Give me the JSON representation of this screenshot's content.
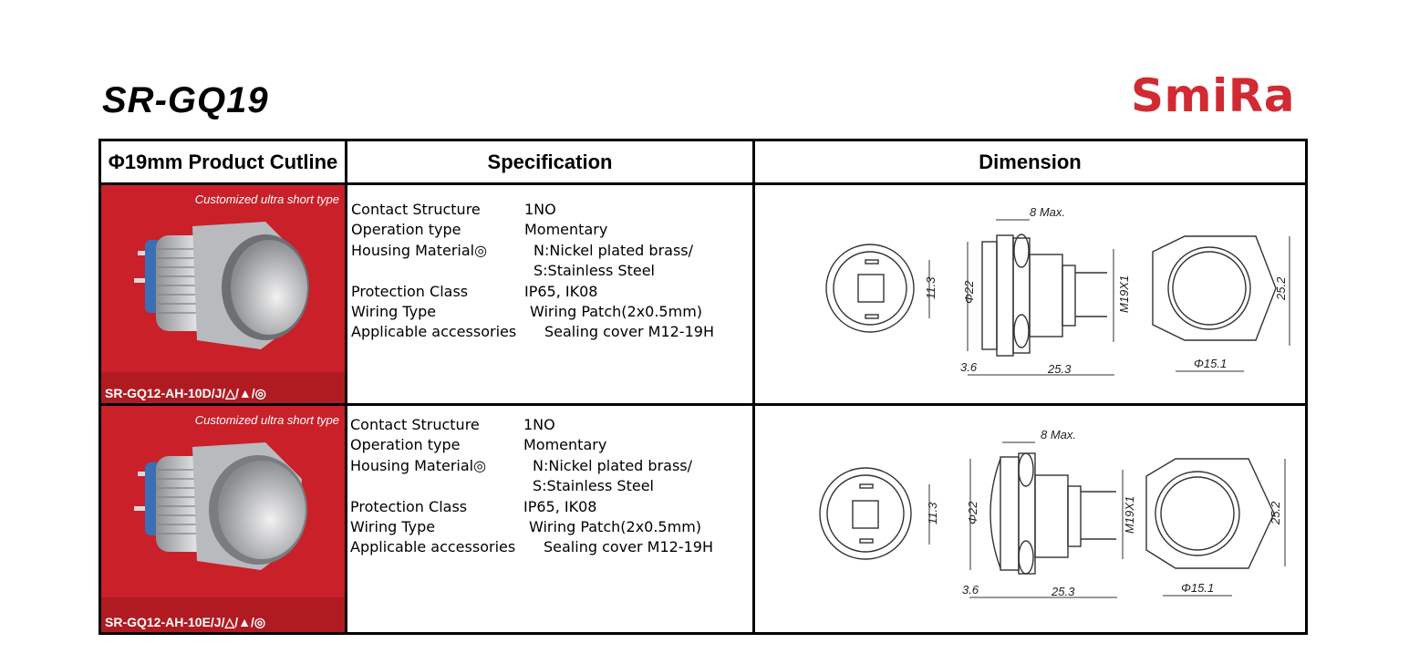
{
  "title": "SR-GQ19",
  "brand": "SmiRa",
  "headers": {
    "cutline": "Φ19mm Product Cutline",
    "specification": "Specification",
    "dimension": "Dimension"
  },
  "rows": [
    {
      "photo_tag": "Customized ultra short type",
      "photo_caption": "SR-GQ12-AH-10D/J/△/▲/◎",
      "specs": [
        {
          "k": "Contact Structure",
          "v": "1NO"
        },
        {
          "k": "Operation type",
          "v": "Momentary"
        },
        {
          "k": "Housing Material◎",
          "v": "N:Nickel plated brass/"
        },
        {
          "k": "",
          "v": "S:Stainless Steel"
        },
        {
          "k": "Protection Class",
          "v": "IP65, IK08"
        },
        {
          "k": "Wiring Type",
          "v": "Wiring Patch(2x0.5mm)"
        },
        {
          "k": "Applicable accessories",
          "v": "Sealing cover M12-19H"
        }
      ],
      "dims": {
        "max": "8 Max.",
        "d1": "11.3",
        "d2": "Φ22",
        "thread": "M19X1",
        "hex": "25.2",
        "inner": "Φ15.1",
        "a": "3.6",
        "b": "25.3"
      }
    },
    {
      "photo_tag": "Customized ultra short type",
      "photo_caption": "SR-GQ12-AH-10E/J/△/▲/◎",
      "specs": [
        {
          "k": "Contact Structure",
          "v": "1NO"
        },
        {
          "k": "Operation type",
          "v": "Momentary"
        },
        {
          "k": "Housing Material◎",
          "v": "N:Nickel plated brass/"
        },
        {
          "k": "",
          "v": "S:Stainless Steel"
        },
        {
          "k": "Protection Class",
          "v": "IP65, IK08"
        },
        {
          "k": "Wiring Type",
          "v": "Wiring Patch(2x0.5mm)"
        },
        {
          "k": "Applicable accessories",
          "v": "Sealing cover M12-19H"
        }
      ],
      "dims": {
        "max": "8 Max.",
        "d1": "11.3",
        "d2": "Φ22",
        "thread": "M19X1",
        "hex": "25.2",
        "inner": "Φ15.1",
        "a": "3.6",
        "b": "25.3"
      }
    }
  ]
}
